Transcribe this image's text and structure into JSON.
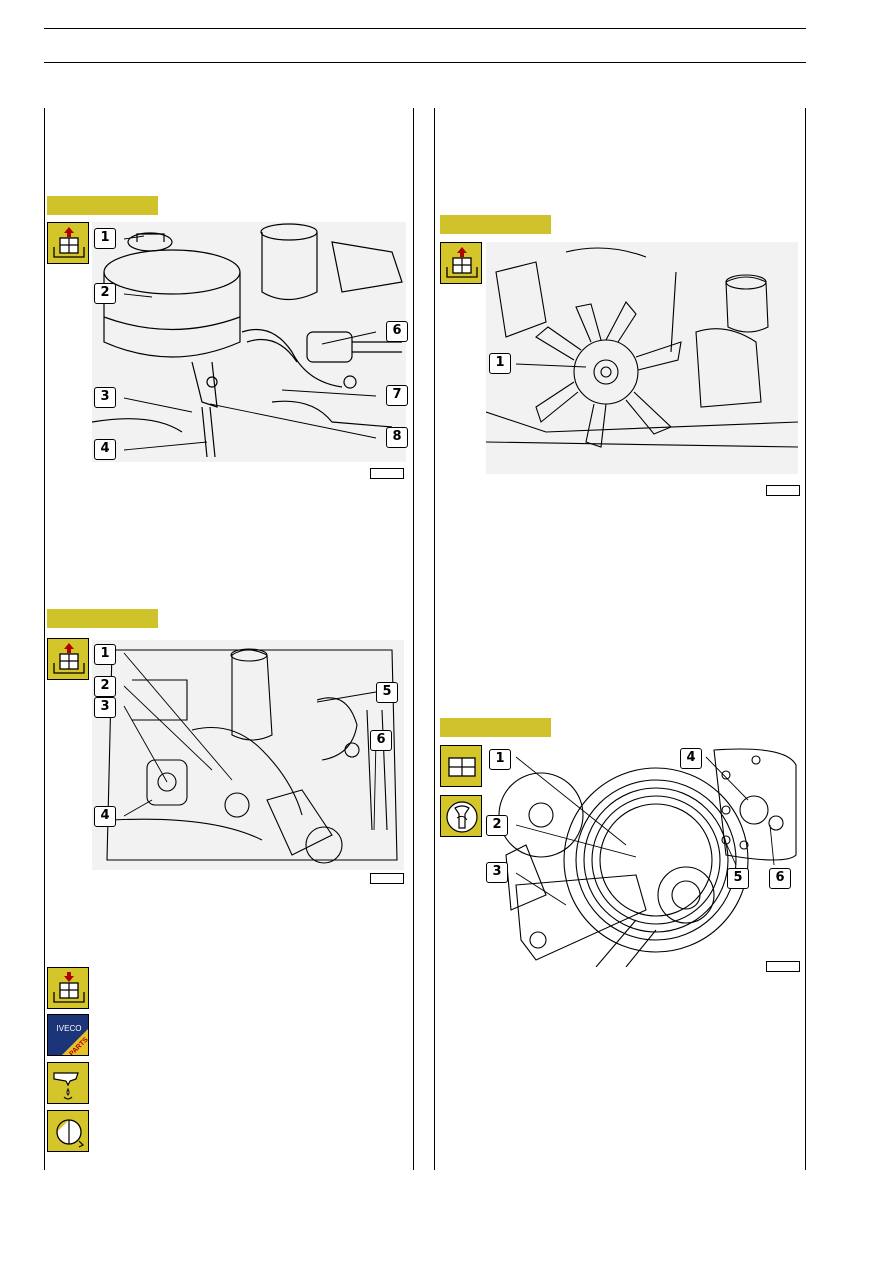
{
  "page": {
    "header_lines": 2,
    "accent_color": "#cfc22a",
    "icon_color": "#d4c62a"
  },
  "left_column": {
    "section1": {
      "icon": "removal-icon",
      "callouts": [
        "1",
        "2",
        "3",
        "4",
        "6",
        "7",
        "8"
      ],
      "figure_number": ""
    },
    "section2": {
      "icon": "removal-icon",
      "callouts": [
        "1",
        "2",
        "3",
        "4",
        "5",
        "6"
      ],
      "figure_number": ""
    },
    "bottom_icons": [
      "refitting-icon",
      "iveco-parts-icon",
      "sealant-icon",
      "torque-icon"
    ],
    "iveco_logo_text": "IVECO",
    "parts_logo_text": "PARTS"
  },
  "right_column": {
    "section1": {
      "icon": "removal-icon",
      "callouts": [
        "1"
      ],
      "figure_number": ""
    },
    "section2": {
      "icons": [
        "disassembly-icon",
        "special-tool-icon"
      ],
      "callouts": [
        "1",
        "2",
        "3",
        "4",
        "5",
        "6"
      ],
      "figure_number": ""
    }
  }
}
